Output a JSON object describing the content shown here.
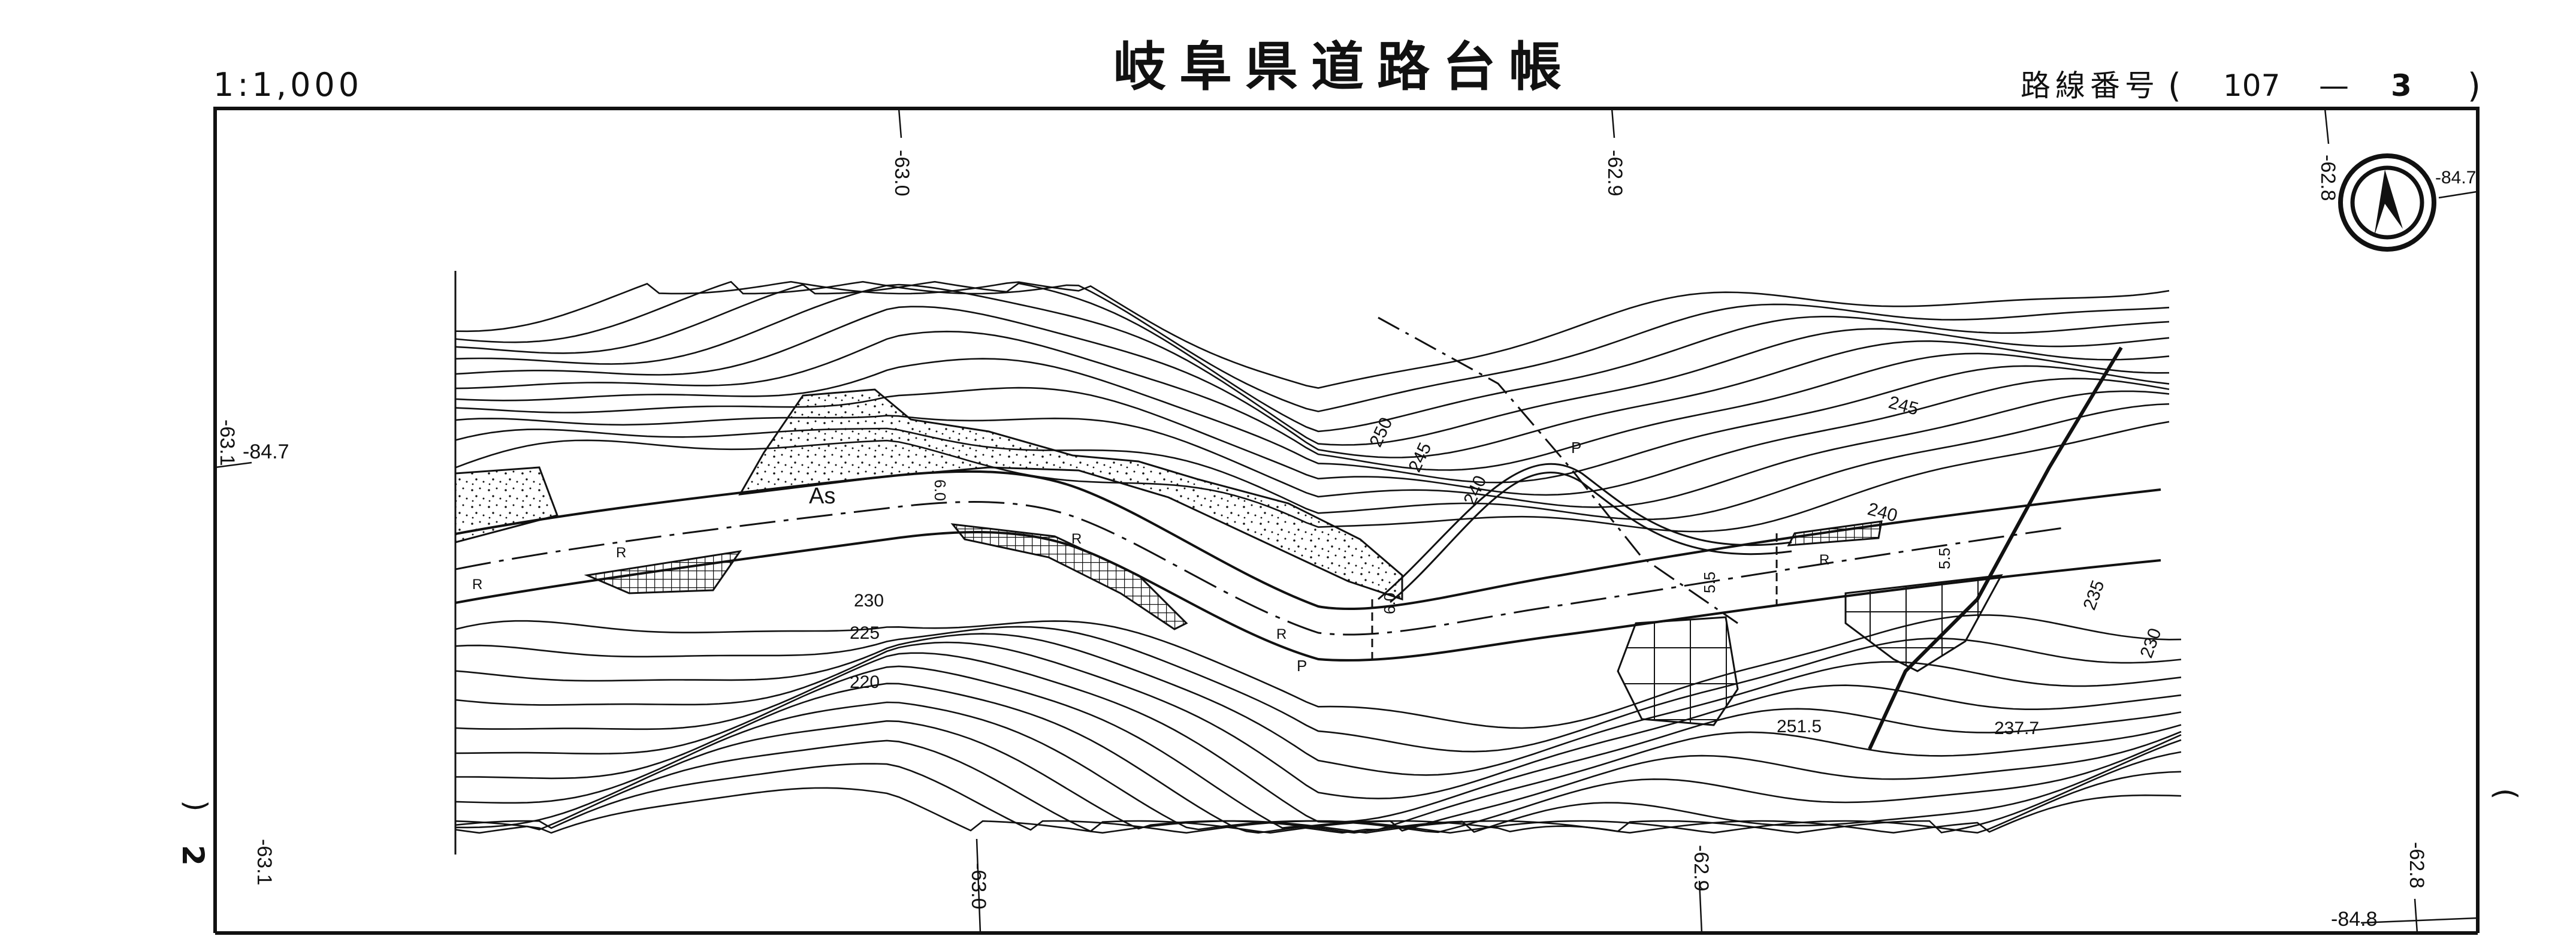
{
  "header": {
    "scale": "1:1,000",
    "title": "岐阜県道路台帳",
    "route_label": "路線番号",
    "route_open": "(",
    "route_number": "107",
    "route_dash": "—",
    "route_section": "3",
    "route_close": ")"
  },
  "grid_labels": {
    "top_1": "-63.0",
    "top_2": "-62.9",
    "top_3": "-62.8",
    "top_right": "-84.7",
    "left_1": "-63.1",
    "left_2": "-84.7",
    "bottom_1": "-63.1",
    "bottom_2": "-63.0",
    "bottom_3": "-62.9",
    "bottom_4": "-62.8",
    "bottom_right": "-84.8"
  },
  "sheet_marks": {
    "left_paren": ")",
    "sheet_number": "2",
    "right_paren": "("
  },
  "contour_labels": [
    "250",
    "245",
    "240",
    "245",
    "240",
    "235",
    "230",
    "230",
    "225",
    "220"
  ],
  "spot_heights": [
    "251.5",
    "237.7"
  ],
  "map_symbols": {
    "surface": "As",
    "retaining": "R",
    "pole": "P",
    "width_1": "6.0",
    "width_2": "6.0",
    "width_3": "5.5",
    "width_4": "5.5"
  },
  "colors": {
    "ink": "#111111",
    "paper": "#ffffff"
  }
}
